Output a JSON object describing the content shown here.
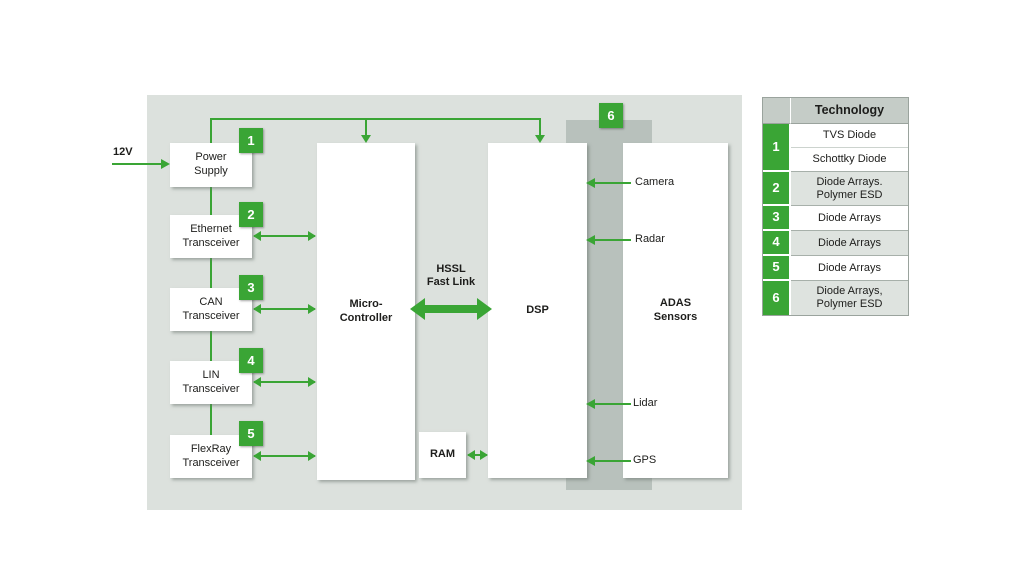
{
  "colors": {
    "green": "#3aa535",
    "panel_bg": "#dce1dd",
    "strip_bg": "#b8c1bc",
    "table_header_bg": "#c5ccc7",
    "row_alt_bg": "#dee3df"
  },
  "diagram": {
    "input_label": "12V",
    "blocks": {
      "power_supply": "Power\nSupply",
      "ethernet": "Ethernet\nTransceiver",
      "can": "CAN\nTransceiver",
      "lin": "LIN\nTransceiver",
      "flexray": "FlexRay\nTransceiver",
      "micro_controller": "Micro-\nController",
      "dsp": "DSP",
      "ram": "RAM",
      "adas": "ADAS\nSensors"
    },
    "link_label": "HSSL\nFast Link",
    "sensors": [
      "Camera",
      "Radar",
      "Lidar",
      "GPS"
    ],
    "badges": [
      "1",
      "2",
      "3",
      "4",
      "5",
      "6"
    ]
  },
  "table": {
    "header": "Technology",
    "rows": [
      {
        "num": "1",
        "tech_top": "TVS Diode",
        "tech_bottom": "Schottky Diode"
      },
      {
        "num": "2",
        "tech": "Diode Arrays.\nPolymer ESD"
      },
      {
        "num": "3",
        "tech": "Diode Arrays"
      },
      {
        "num": "4",
        "tech": "Diode Arrays"
      },
      {
        "num": "5",
        "tech": "Diode Arrays"
      },
      {
        "num": "6",
        "tech": "Diode Arrays,\nPolymer ESD"
      }
    ]
  }
}
